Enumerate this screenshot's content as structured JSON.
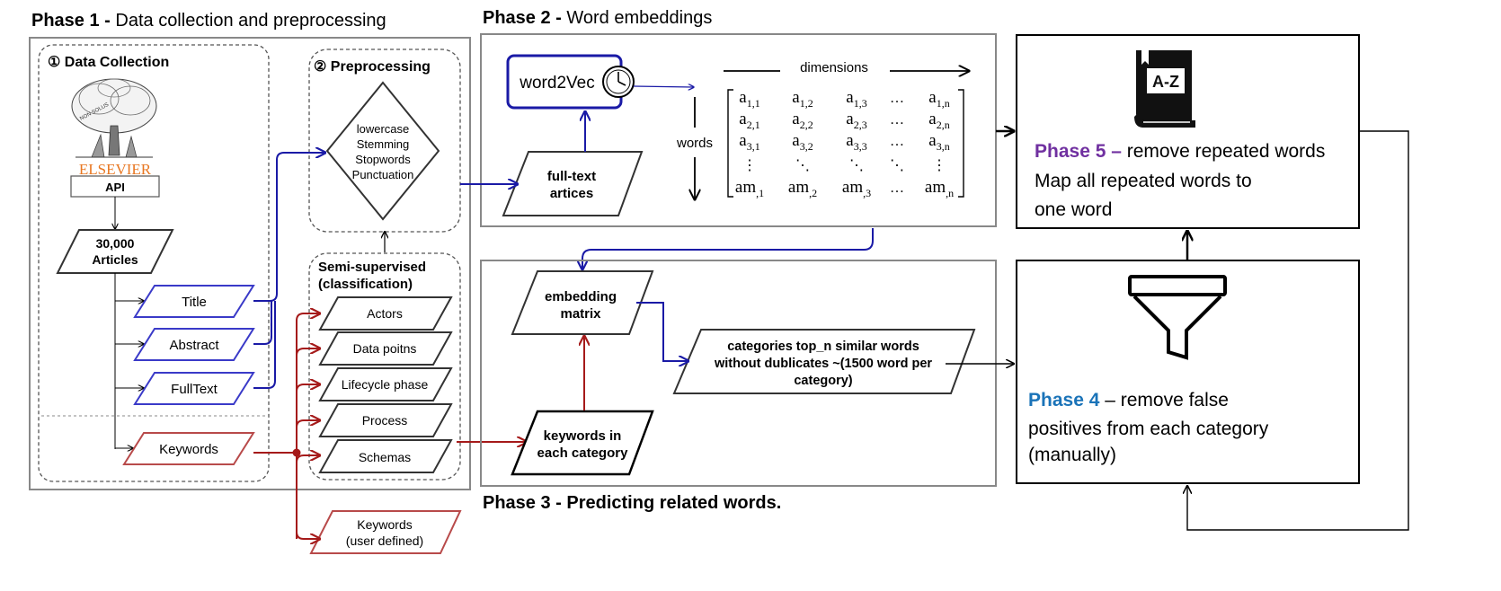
{
  "phase1": {
    "title_bold": "Phase 1 -",
    "title_rest": " Data collection and preprocessing",
    "data_collection": "① Data Collection",
    "publisher": "ELSEVIER",
    "tree_motto": "NON SOLUS",
    "api": "API",
    "articles_count": "30,000",
    "articles_label": "Articles",
    "sources": [
      "Title",
      "Abstract",
      "FullText"
    ],
    "keywords": "Keywords",
    "preprocessing": "② Preprocessing",
    "preprocess_steps": [
      "lowercase",
      "Stemming",
      "Stopwords",
      "Punctuation"
    ],
    "semi_supervised": [
      "Semi-supervised",
      "(classification)"
    ],
    "categories": [
      "Actors",
      "Data poitns",
      "Lifecycle phase",
      "Process",
      "Schemas"
    ],
    "keywords_user": [
      "Keywords",
      "(user defined)"
    ]
  },
  "phase2": {
    "title_bold": "Phase 2 -",
    "title_rest": " Word embeddings",
    "word2vec": "word2Vec",
    "fulltext": [
      "full-text",
      "artices"
    ],
    "dimensions": "dimensions",
    "words": "words",
    "matrix": [
      [
        "a1,1",
        "a1,2",
        "a1,3",
        "…",
        "a1,n"
      ],
      [
        "a2,1",
        "a2,2",
        "a2,3",
        "…",
        "a2,n"
      ],
      [
        "a3,1",
        "a3,2",
        "a3,3",
        "…",
        "a3,n"
      ],
      [
        "⋮",
        "⋱",
        "⋱",
        "⋱",
        "⋮"
      ],
      [
        "am,1",
        "am,2",
        "am,3",
        "…",
        "am,n"
      ]
    ]
  },
  "phase3": {
    "title": "Phase 3 - Predicting related words.",
    "embedding": [
      "embedding",
      "matrix"
    ],
    "keywords_category": [
      "keywords in",
      "each category"
    ],
    "top_n": [
      "categories top_n similar words",
      "without dublicates ~(1500 word per",
      "category)"
    ]
  },
  "phase4": {
    "title": "Phase 4",
    "text": [
      " – remove false",
      "positives from each category",
      "(manually)"
    ],
    "color": "#1a73b8"
  },
  "phase5": {
    "title": "Phase 5 –",
    "text": [
      " remove repeated words",
      "Map all repeated words to",
      "one word"
    ],
    "color": "#7030a0",
    "book_label": "A-Z"
  },
  "colors": {
    "blue_arrow": "#1a1aa6",
    "red_arrow": "#a51a1a",
    "blue_shape": "#3a3ac8",
    "red_shape": "#b84a4a",
    "orange": "#e87722"
  }
}
